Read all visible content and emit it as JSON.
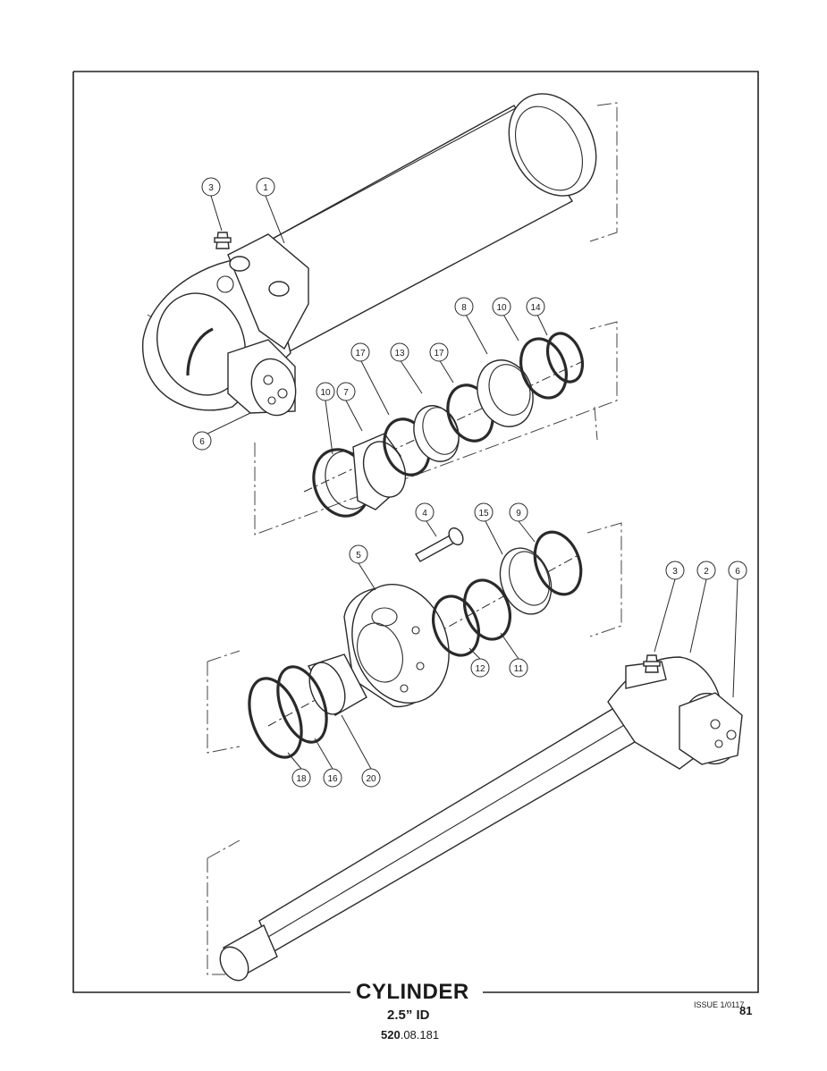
{
  "title": "CYLINDER",
  "subtitle": "2.5” ID",
  "part_number_bold": "520",
  "part_number_rest": ".08.181",
  "issue": "ISSUE 1/0117",
  "page_number": "81",
  "callouts": [
    {
      "id": "c3a",
      "label": "3"
    },
    {
      "id": "c1",
      "label": "1"
    },
    {
      "id": "c6a",
      "label": "6"
    },
    {
      "id": "c8",
      "label": "8"
    },
    {
      "id": "c10a",
      "label": "10"
    },
    {
      "id": "c14",
      "label": "14"
    },
    {
      "id": "c17a",
      "label": "17"
    },
    {
      "id": "c13",
      "label": "13"
    },
    {
      "id": "c17b",
      "label": "17"
    },
    {
      "id": "c10b",
      "label": "10"
    },
    {
      "id": "c7",
      "label": "7"
    },
    {
      "id": "c4",
      "label": "4"
    },
    {
      "id": "c15",
      "label": "15"
    },
    {
      "id": "c9",
      "label": "9"
    },
    {
      "id": "c5",
      "label": "5"
    },
    {
      "id": "c3b",
      "label": "3"
    },
    {
      "id": "c2",
      "label": "2"
    },
    {
      "id": "c6b",
      "label": "6"
    },
    {
      "id": "c12",
      "label": "12"
    },
    {
      "id": "c11",
      "label": "11"
    },
    {
      "id": "c18",
      "label": "18"
    },
    {
      "id": "c16",
      "label": "16"
    },
    {
      "id": "c20",
      "label": "20"
    }
  ]
}
